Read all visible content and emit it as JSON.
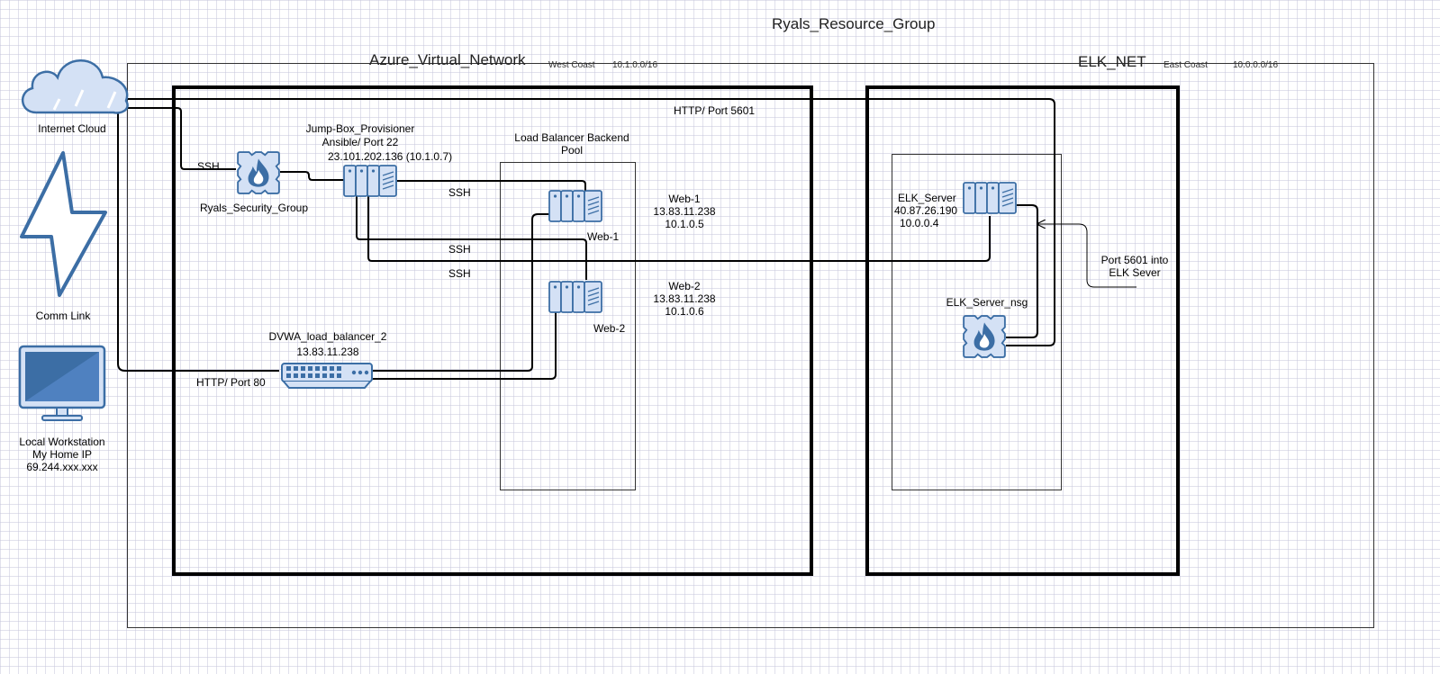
{
  "diagram": {
    "resource_group": "Ryals_Resource_Group",
    "vnet": {
      "name": "Azure_Virtual_Network",
      "region": "West Coast",
      "cidr": "10.1.0.0/16"
    },
    "elknet": {
      "name": "ELK_NET",
      "region": "East Coast",
      "cidr": "10.0.0.0/16"
    },
    "internet_cloud": "Internet Cloud",
    "comm_link": "Comm Link",
    "workstation": {
      "line1": "Local Workstation",
      "line2": "My Home IP",
      "line3": "69.244.xxx.xxx"
    },
    "security_group": "Ryals_Security_Group",
    "jumpbox": {
      "line1": "Jump-Box_Provisioner",
      "line2": "Ansible/ Port 22",
      "line3": "23.101.202.136  (10.1.0.7)"
    },
    "backend_pool": {
      "line1": "Load Balancer Backend",
      "line2": "Pool"
    },
    "web1": {
      "label": "Web-1",
      "info1": "Web-1",
      "info2": "13.83.11.238",
      "info3": "10.1.0.5"
    },
    "web2": {
      "label": "Web-2",
      "info1": "Web-2",
      "info2": "13.83.11.238",
      "info3": "10.1.0.6"
    },
    "load_balancer": {
      "name": "DVWA_load_balancer_2",
      "ip": "13.83.11.238"
    },
    "elk_server": {
      "line1": "ELK_Server",
      "line2": "40.87.26.190",
      "line3": "10.0.0.4"
    },
    "elk_nsg": "ELK_Server_nsg",
    "port_note": {
      "line1": "Port 5601 into",
      "line2": "ELK Sever"
    },
    "labels": {
      "ssh_nsg": "SSH",
      "ssh_web1": "SSH",
      "ssh_web2": "SSH",
      "ssh_elk": "SSH",
      "http_80": "HTTP/ Port 80",
      "http_5601": "HTTP/ Port 5601"
    }
  }
}
